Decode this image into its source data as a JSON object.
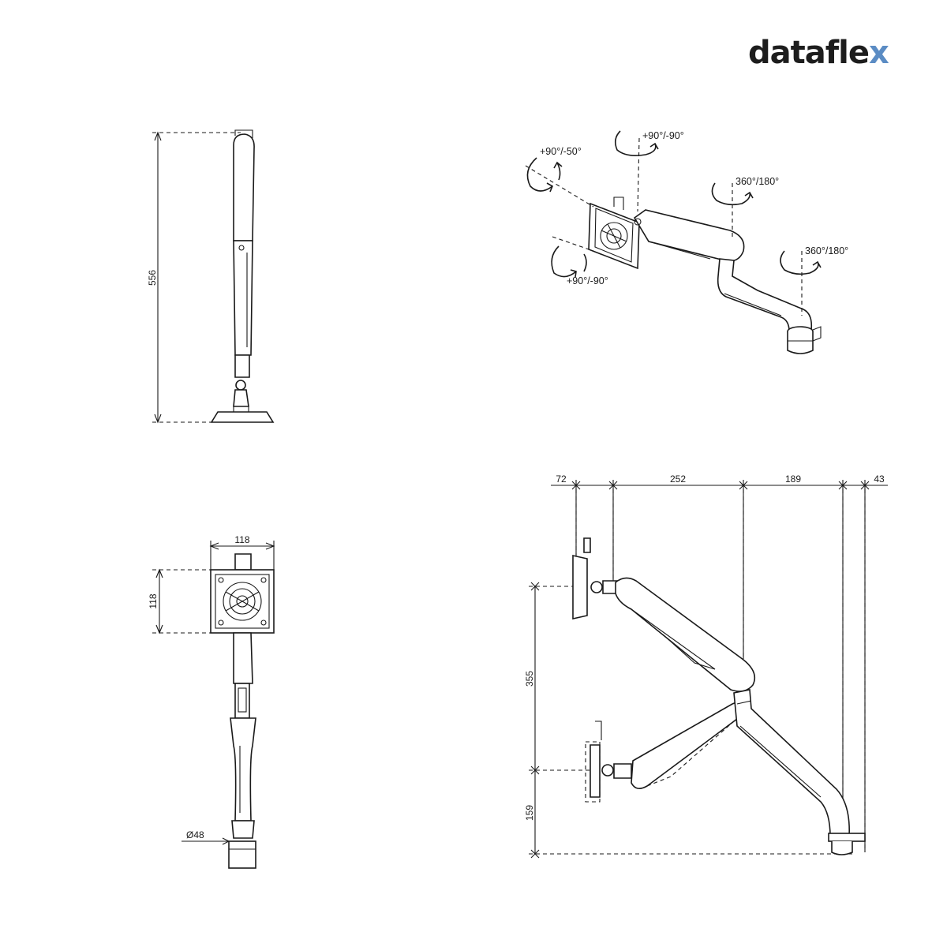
{
  "brand": {
    "name": "dataflex",
    "name_main": "datafle",
    "name_accent": "x",
    "accent_color": "#5b8cc4",
    "text_color": "#1d1d1d"
  },
  "side_view": {
    "height": "556"
  },
  "iso_view": {
    "rotations": {
      "tilt": "+90°/-50°",
      "head_swivel": "+90°/-90°",
      "rotate": "+90°/-90°",
      "elbow": "360°/180°",
      "base": "360°/180°"
    }
  },
  "front_view": {
    "vesa_width": "118",
    "vesa_height": "118",
    "pole_diameter": "Ø48"
  },
  "profile_view": {
    "top_dims": [
      "72",
      "252",
      "189",
      "43"
    ],
    "height_upper": "355",
    "height_lower": "159"
  }
}
